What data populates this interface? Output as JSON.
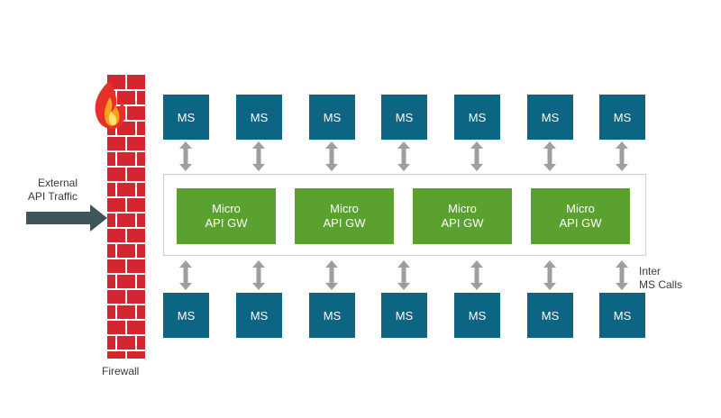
{
  "external_traffic": {
    "line1": "External",
    "line2": "API Traffic"
  },
  "firewall_label": "Firewall",
  "inter_ms_calls": {
    "line1": "Inter",
    "line2": "MS Calls"
  },
  "ms_top": [
    "MS",
    "MS",
    "MS",
    "MS",
    "MS",
    "MS",
    "MS"
  ],
  "ms_bottom": [
    "MS",
    "MS",
    "MS",
    "MS",
    "MS",
    "MS",
    "MS"
  ],
  "gateways": [
    {
      "line1": "Micro",
      "line2": "API GW"
    },
    {
      "line1": "Micro",
      "line2": "API GW"
    },
    {
      "line1": "Micro",
      "line2": "API GW"
    },
    {
      "line1": "Micro",
      "line2": "API GW"
    }
  ],
  "colors": {
    "ms": "#0c6583",
    "gateway": "#5ba12f",
    "firewall": "#d32630",
    "arrow": "#9e9e9e",
    "traffic_arrow": "#3d555b",
    "flame_outer": "#e8302a",
    "flame_inner": "#f7a21b"
  },
  "icons": {
    "firewall": "brick-wall-icon",
    "fire": "fire-icon",
    "traffic_arrow": "arrow-right-icon"
  }
}
